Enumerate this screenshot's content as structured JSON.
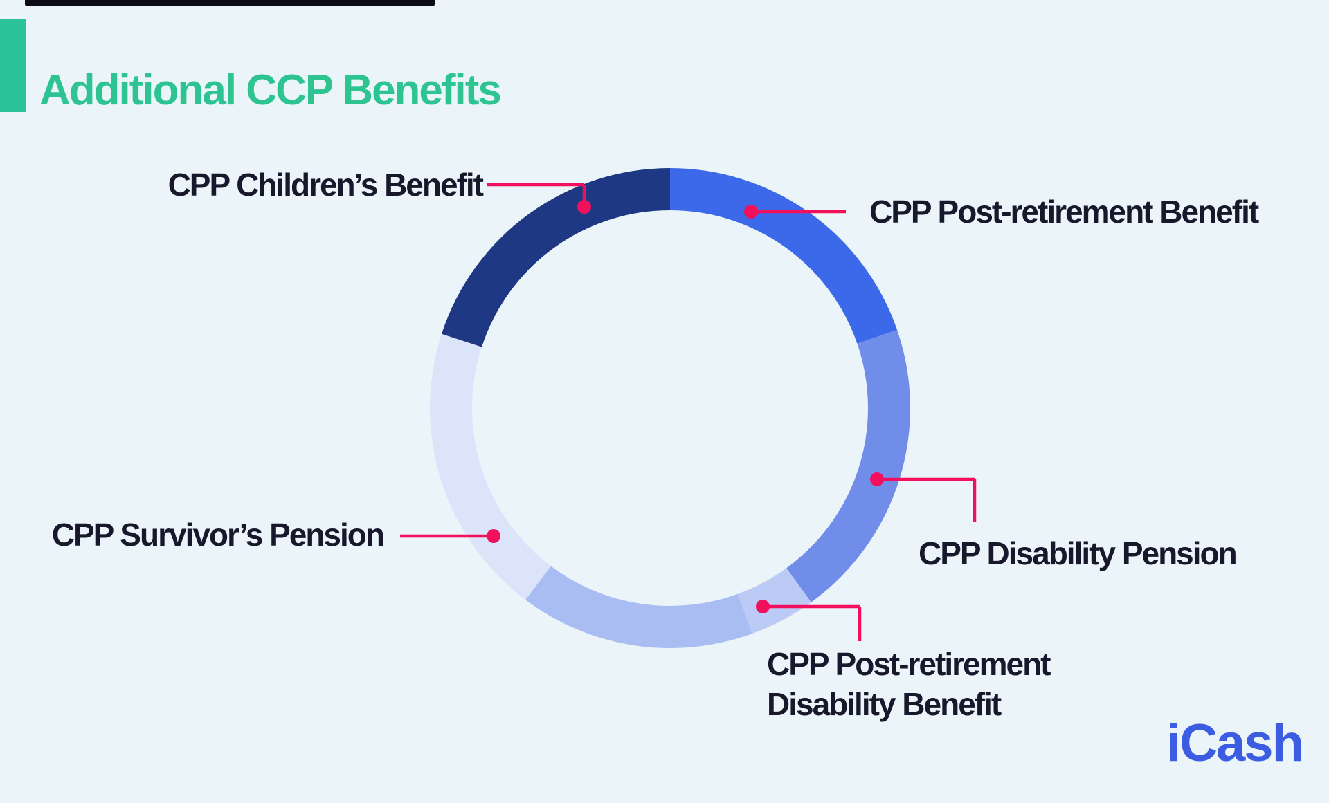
{
  "page": {
    "background_color": "#EAF4F9"
  },
  "top_bar": {
    "color": "#0B0C15"
  },
  "header": {
    "title": "Additional CCP Benefits",
    "title_color": "#2EC491",
    "accent_bar_color": "#2BC49A"
  },
  "connector": {
    "color": "#F2105C",
    "line_width": 4.5,
    "dot_radius": 10
  },
  "label_text_color": "#17182B",
  "brand": {
    "logo_text": "iCash",
    "logo_color": "#3C5CE2"
  },
  "chart_data": {
    "type": "pie",
    "subtype": "donut",
    "title": "Additional CCP Benefits",
    "legend_position": "callout-labels-around-ring",
    "values_note": "no numeric values shown in image; percentages estimated from arc angles",
    "segments": [
      {
        "id": "post_retirement",
        "label": "CPP Post-retirement Benefit",
        "color": "#3B69E9",
        "start_deg": 0,
        "end_deg": 71,
        "value_pct": 19.7
      },
      {
        "id": "disability",
        "label": "CPP Disability Pension",
        "color": "#6F8DE9",
        "start_deg": 71,
        "end_deg": 144,
        "value_pct": 20.3
      },
      {
        "id": "post_retirement_disability",
        "label": "CPP Post-retirement Disability Benefit",
        "color": "#BCCAF6",
        "start_deg": 144,
        "end_deg": 160,
        "value_pct": 4.4
      },
      {
        "id": "unlabeled_segment",
        "label": "",
        "color": "#A9BDF3",
        "start_deg": 160,
        "end_deg": 217,
        "value_pct": 15.8
      },
      {
        "id": "survivor",
        "label": "CPP Survivor’s Pension",
        "color": "#DCE4F9",
        "start_deg": 217,
        "end_deg": 288,
        "value_pct": 19.7
      },
      {
        "id": "children",
        "label": "CPP Children’s Benefit",
        "color": "#1E3884",
        "start_deg": 288,
        "end_deg": 360,
        "value_pct": 20.0
      }
    ]
  }
}
